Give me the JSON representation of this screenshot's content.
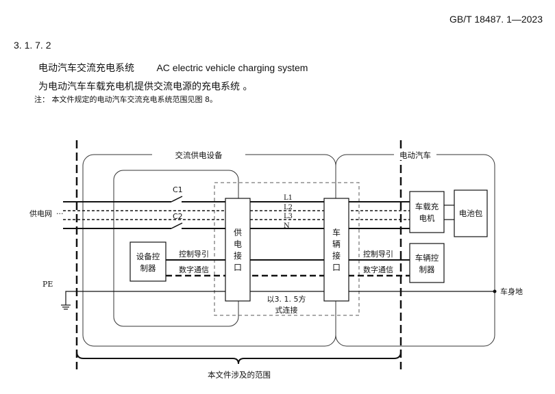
{
  "header": {
    "standard_code": "GB/T  18487. 1—2023"
  },
  "clause": {
    "number": "3. 1. 7. 2",
    "term_zh": "电动汽车交流充电系统",
    "term_en": "AC electric vehicle charging system",
    "definition": "为电动汽车车载充电机提供交流电源的充电系统 。",
    "note": "注： 本文件规定的电动汽车交流充电系统范围见图 8。"
  },
  "figure": {
    "region_supply_equipment": "交流供电设备",
    "region_vehicle": "电动汽车",
    "grid_label": "供电网",
    "grid_dots": "···",
    "pe_label": "PE",
    "switch_c1": "C1",
    "switch_c2": "C2",
    "line_labels": [
      "L1",
      "L2",
      "L3",
      "N"
    ],
    "equipment_controller": [
      "设备控",
      "制器"
    ],
    "supply_interface": [
      "供",
      "电",
      "接",
      "口"
    ],
    "vehicle_interface": [
      "车",
      "辆",
      "接",
      "口"
    ],
    "control_pilot_left": "控制导引",
    "digital_comm_left": "数字通信",
    "control_pilot_right": "控制导引",
    "digital_comm_right": "数字通信",
    "connection_mode": [
      "以3. 1. 5方",
      "式连接"
    ],
    "onboard_charger": [
      "车载充",
      "电机"
    ],
    "battery_pack": "电池包",
    "vehicle_controller": [
      "车辆控",
      "制器"
    ],
    "chassis_ground": "车身地",
    "scope_label": "本文件涉及的范围"
  }
}
